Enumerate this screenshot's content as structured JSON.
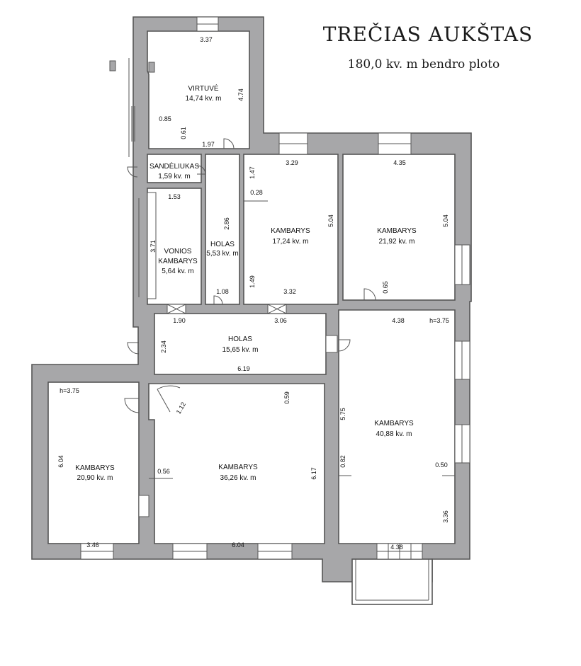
{
  "header": {
    "title": "TREČIAS AUKŠTAS",
    "subtitle": "180,0 kv. m bendro ploto"
  },
  "rooms": {
    "virtuve": {
      "name": "VIRTUVĖ",
      "area": "14,74 kv. m"
    },
    "sandeliukas": {
      "name": "SANDĖLIUKAS",
      "area": "1,59 kv. m"
    },
    "vonios": {
      "name1": "VONIOS",
      "name2": "KAMBARYS",
      "area": "5,64 kv. m"
    },
    "holas_small": {
      "name": "HOLAS",
      "area": "5,53 kv. m"
    },
    "kambarys_1724": {
      "name": "KAMBARYS",
      "area": "17,24 kv. m"
    },
    "kambarys_2192": {
      "name": "KAMBARYS",
      "area": "21,92 kv. m"
    },
    "holas_large": {
      "name": "HOLAS",
      "area": "15,65 kv. m"
    },
    "kambarys_4088": {
      "name": "KAMBARYS",
      "area": "40,88 kv. m"
    },
    "kambarys_2090": {
      "name": "KAMBARYS",
      "area": "20,90 kv. m"
    },
    "kambarys_3626": {
      "name": "KAMBARYS",
      "area": "36,26 kv. m"
    }
  },
  "dimensions": {
    "virtuve_top": "3.37",
    "virtuve_right": "4.74",
    "virtuve_left_a": "0.85",
    "virtuve_left_b": "0.61",
    "virtuve_bottom": "1.97",
    "k1724_top": "3.29",
    "k1724_left_a": "1.47",
    "k1724_left_b": "0.28",
    "k1724_right": "5.04",
    "k1724_left_c": "1.49",
    "k1724_bottom": "3.32",
    "k2192_top": "4.35",
    "k2192_right": "5.04",
    "k2192_left": "0.65",
    "vonios_top": "1.53",
    "vonios_left": "3.71",
    "holas_small_right": "2.86",
    "holas_small_bottom": "1.08",
    "holas_large_top_left": "1.90",
    "holas_large_top_right": "3.06",
    "holas_large_left": "2.34",
    "holas_large_bottom": "6.19",
    "k4088_top": "4.38",
    "k4088_height": "h=3.75",
    "k4088_left_a": "5.75",
    "k4088_left_b": "0.82",
    "k4088_right_a": "0.50",
    "k4088_right_b": "3.36",
    "k4088_bottom": "4.38",
    "k2090_height": "h=3.75",
    "k2090_left": "6.04",
    "k2090_bottom": "3.46",
    "door_diag": "1.12",
    "k3626_right": "6.17",
    "k3626_top": "0.59",
    "k3626_left": "0.56",
    "k3626_bottom": "6.04"
  }
}
